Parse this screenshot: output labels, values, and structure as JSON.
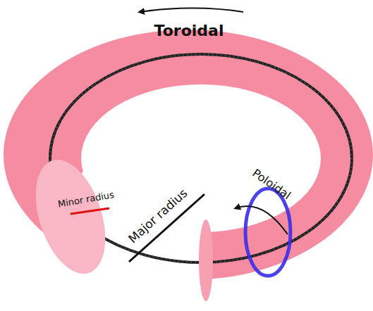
{
  "diagram": {
    "labels": [
      "Toroidal",
      "Poloidal",
      "Minor radius",
      "Major radius"
    ]
  }
}
